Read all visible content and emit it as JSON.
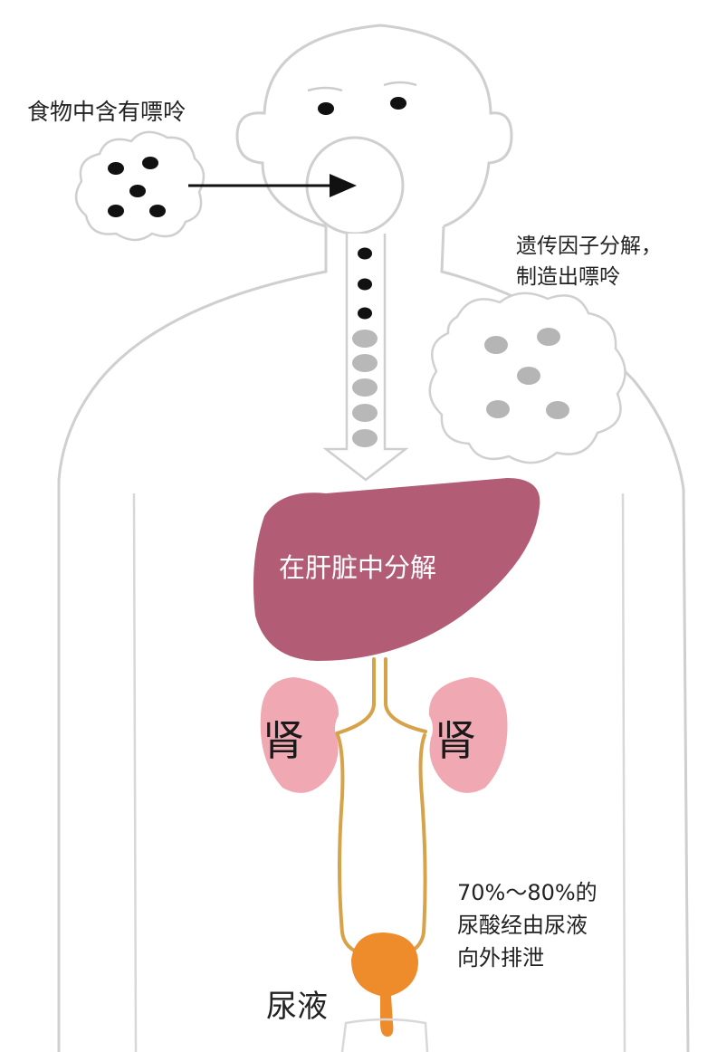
{
  "labels": {
    "food_contains_purine": "食物中含有嘌呤",
    "gene_breakdown_line1": "遗传因子分解，",
    "gene_breakdown_line2": "制造出嘌呤",
    "liver_breakdown": "在肝脏中分解",
    "kidney": "肾",
    "excretion_line1": "70%～80%的",
    "excretion_line2": "尿酸经由尿液",
    "excretion_line3": "向外排泄",
    "urine": "尿液"
  },
  "colors": {
    "outline": "#cfcfcf",
    "liver": "#b25c76",
    "kidney": "#f0a8b3",
    "ureter": "#d6a24a",
    "bladder": "#ee8c2c",
    "purine_dark": "#111111",
    "purine_grey": "#b5b5b5"
  }
}
